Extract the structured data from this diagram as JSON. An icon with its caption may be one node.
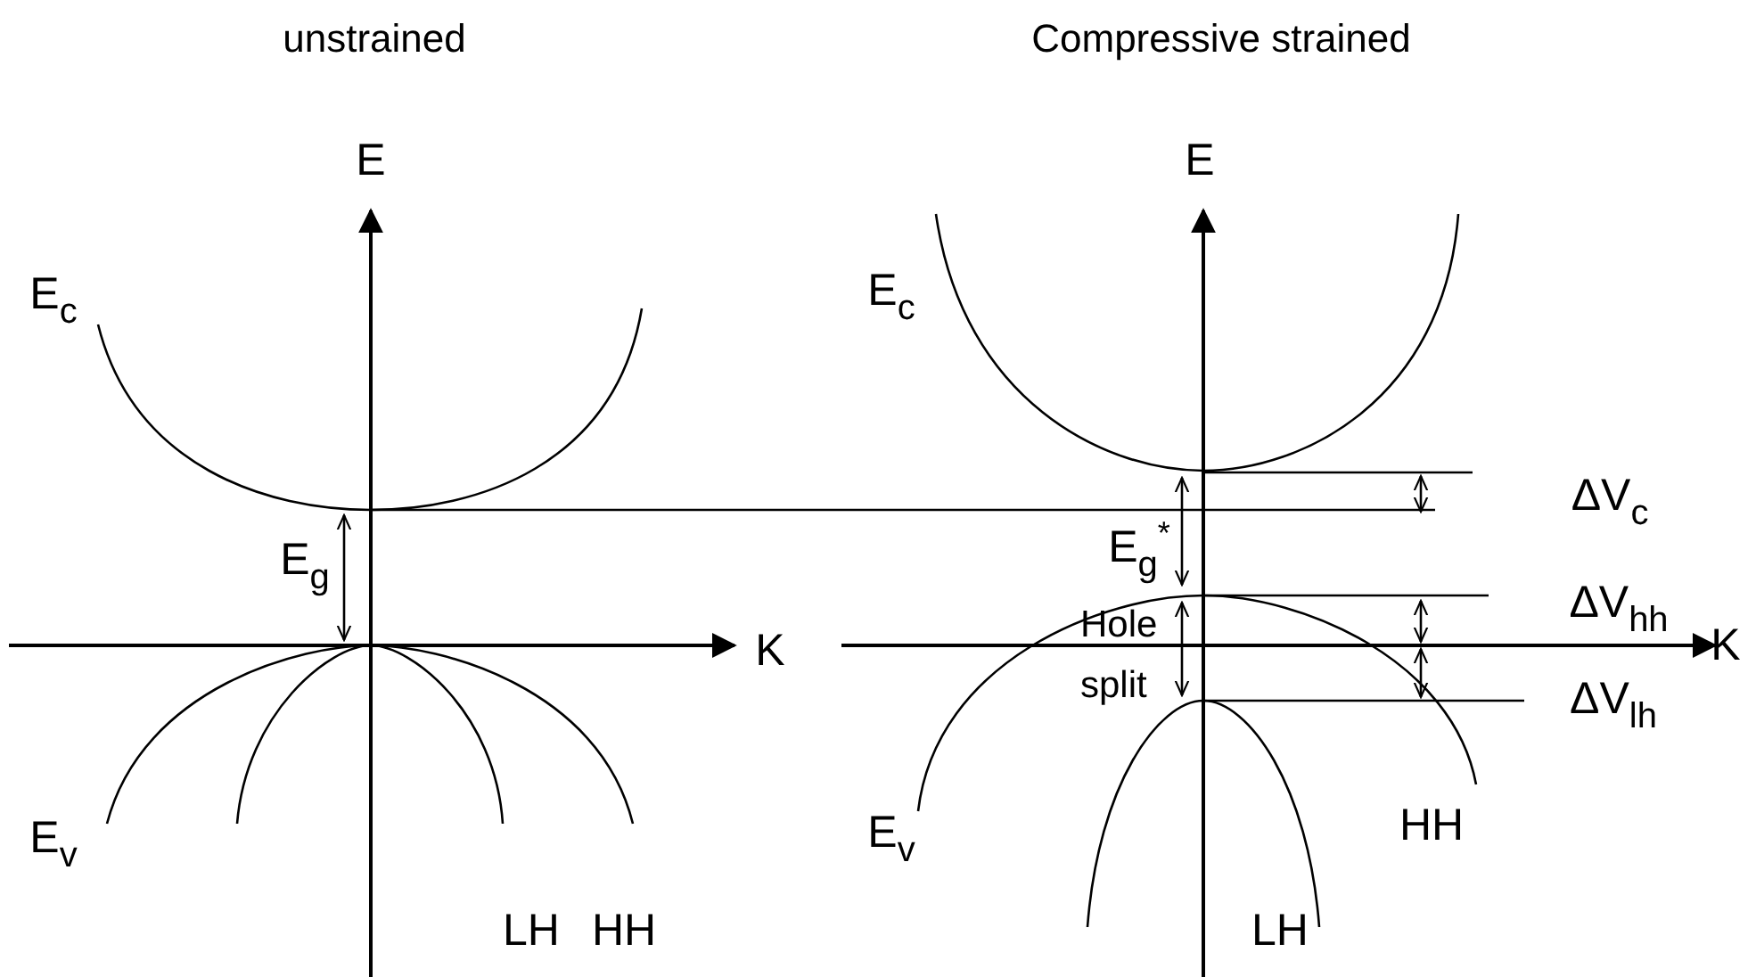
{
  "diagram": {
    "labels": [
      "unstrained",
      "Compressive strained",
      "E",
      "E",
      "E$_{c}$",
      "E$_{c}$",
      "ΔV$_{c}$",
      "E$_{g}$",
      "E$_{g}$$^{*}$",
      "ΔV$_{hh}$",
      "K",
      "Hole split",
      "K",
      "ΔV$_{lh}$",
      "E$_{v}$",
      "HH",
      "E$_{v}$",
      "LH",
      "HH",
      "LH"
    ]
  }
}
